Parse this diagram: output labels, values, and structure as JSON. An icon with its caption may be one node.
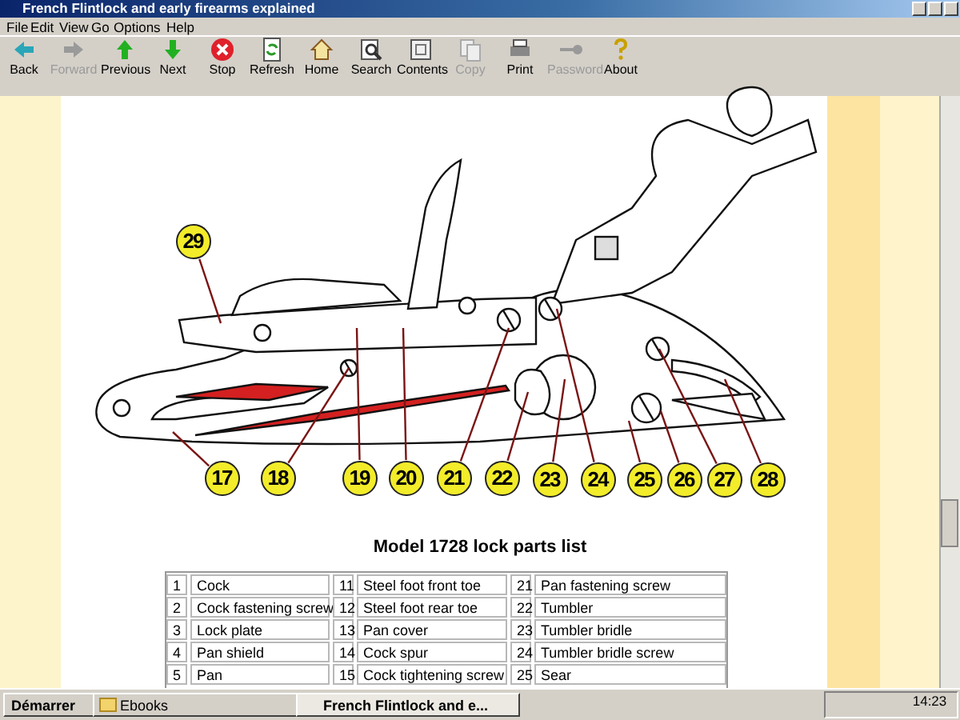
{
  "diagram": {
    "title": "French Flintlock and early firearms explained",
    "nodes": [
      {
        "text": [
          "29"
        ]
      },
      {
        "text": [
          "17"
        ]
      },
      {
        "text": [
          "18"
        ]
      },
      {
        "text": [
          "19"
        ]
      },
      {
        "text": [
          "20"
        ]
      },
      {
        "text": [
          "21"
        ]
      },
      {
        "text": [
          "22"
        ]
      },
      {
        "text": [
          "23"
        ]
      },
      {
        "text": [
          "24"
        ]
      },
      {
        "text": [
          "25"
        ]
      },
      {
        "text": [
          "26"
        ]
      },
      {
        "text": [
          "27"
        ]
      },
      {
        "text": [
          "28"
        ]
      }
    ],
    "edges": [
      {
        "from": 0,
        "to": null,
        "arrow": "none"
      },
      {
        "from": 1,
        "to": null,
        "arrow": "none"
      },
      {
        "from": 2,
        "to": null,
        "arrow": "none"
      },
      {
        "from": 3,
        "to": null,
        "arrow": "none"
      },
      {
        "from": 4,
        "to": null,
        "arrow": "none"
      },
      {
        "from": 5,
        "to": null,
        "arrow": "none"
      },
      {
        "from": 6,
        "to": null,
        "arrow": "none"
      },
      {
        "from": 7,
        "to": null,
        "arrow": "none"
      },
      {
        "from": 8,
        "to": null,
        "arrow": "none"
      },
      {
        "from": 9,
        "to": null,
        "arrow": "none"
      },
      {
        "from": 10,
        "to": null,
        "arrow": "none"
      },
      {
        "from": 11,
        "to": null,
        "arrow": "none"
      },
      {
        "from": 12,
        "to": null,
        "arrow": "none"
      }
    ],
    "labels": [
      "File",
      "Edit",
      "View",
      "Go",
      "Options",
      "Help",
      "Back",
      "Forward",
      "Previous",
      "Next",
      "Stop",
      "Refresh",
      "Home",
      "Search",
      "Contents",
      "Copy",
      "Print",
      "Password",
      "About",
      "Model 1728 lock parts list",
      "1",
      "Cock",
      "11",
      "Steel foot front toe",
      "21",
      "Pan fastening screw",
      "2",
      "Cock fastening screw",
      "12",
      "Steel foot rear toe",
      "22",
      "Tumbler",
      "3",
      "Lock plate",
      "13",
      "Pan cover",
      "23",
      "Tumbler bridle",
      "4",
      "Pan shield",
      "14",
      "Cock spur",
      "24",
      "Tumbler bridle screw",
      "5",
      "Pan",
      "15",
      "Cock tightening screw",
      "25",
      "Sear",
      "Démarrer",
      "Ebooks",
      "French Flintlock and e...",
      "14:23"
    ]
  }
}
